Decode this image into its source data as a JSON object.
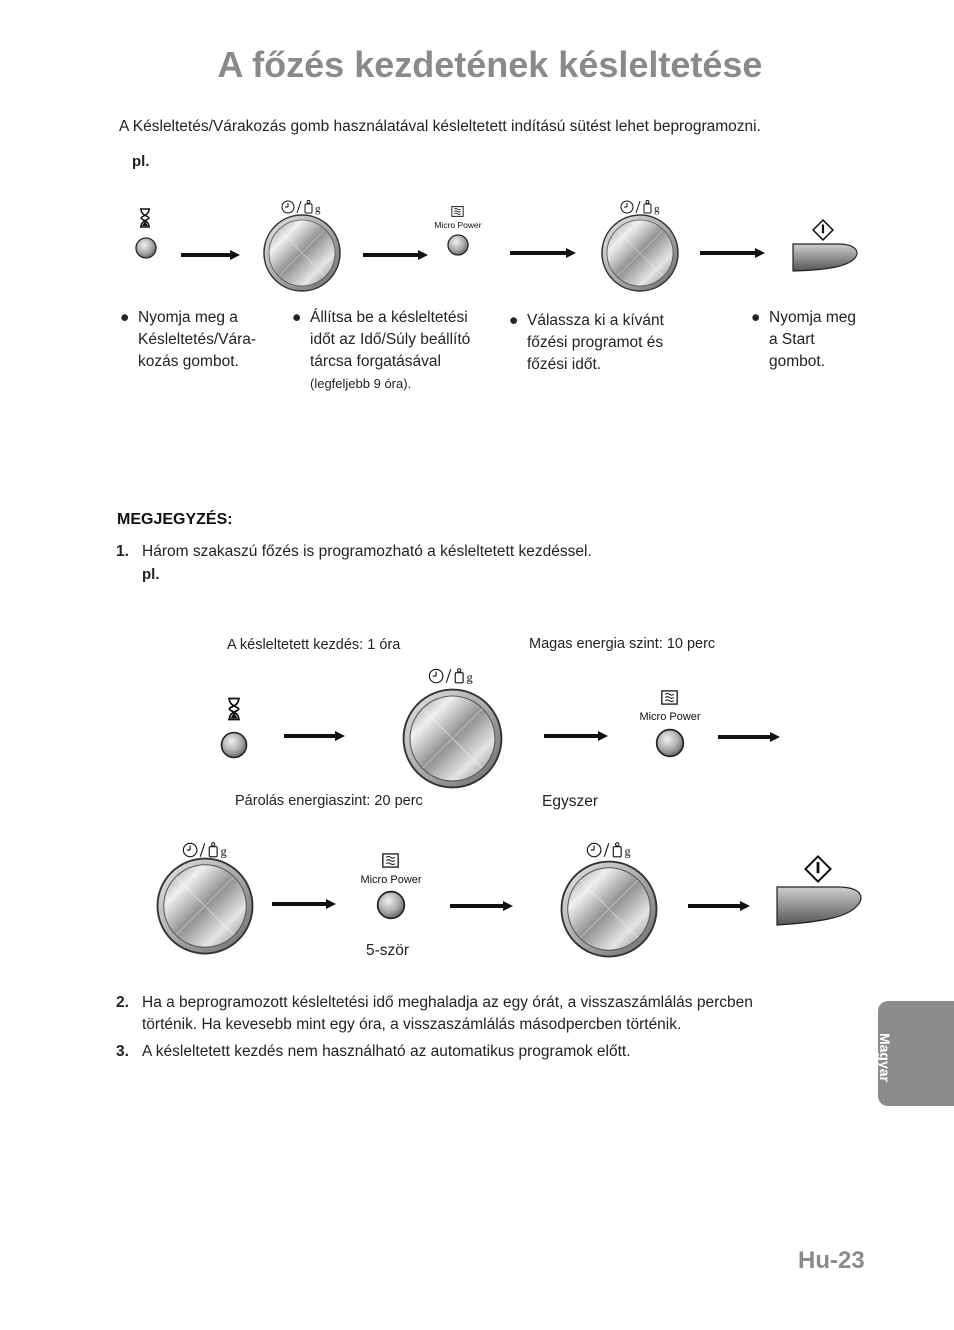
{
  "title": "A főzés kezdetének késleltetése",
  "intro": "A Késleltetés/Várakozás gomb használatával késleltetett indítású sütést lehet beprogramozni.",
  "example_label": "pl.",
  "button_labels": {
    "micro_power": "Micro Power",
    "dial_symbol": "/",
    "weight_symbol": "g"
  },
  "steps": [
    {
      "lines": [
        "Nyomja meg a",
        "Késleltetés/Vára-",
        "kozás gombot."
      ]
    },
    {
      "lines": [
        "Állítsa be a késleltetési",
        "időt az Idő/Súly beállító",
        "tárcsa forgatásával"
      ],
      "small": "(legfeljebb 9 óra)."
    },
    {
      "lines": [
        "Válassza ki a kívánt",
        "főzési programot és",
        "főzési időt."
      ]
    },
    {
      "lines": [
        "Nyomja meg",
        "a Start",
        "gombot."
      ]
    }
  ],
  "note": {
    "heading": "MEGJEGYZÉS:",
    "items": [
      {
        "num": "1.",
        "text": "Három szakaszú főzés is programozható a késleltetett kezdéssel.",
        "example": "pl."
      },
      {
        "num": "2.",
        "lines": [
          "Ha a beprogramozott késleltetési idő meghaladja az egy órát, a visszaszámlálás percben",
          "történik. Ha kevesebb mint egy óra, a visszaszámlálás másodpercben történik."
        ]
      },
      {
        "num": "3.",
        "text": "A késleltetett kezdés nem használható az automatikus programok előtt."
      }
    ]
  },
  "diagram2": {
    "delay_caption": "A késleltetett kezdés: 1 óra",
    "high_caption": "Magas energia szint: 10 perc",
    "steam_caption": "Párolás energiaszint: 20 perc",
    "once_caption": "Egyszer",
    "five_times_caption": "5-ször"
  },
  "side_tab": "Magyar",
  "page_number": "Hu-23"
}
